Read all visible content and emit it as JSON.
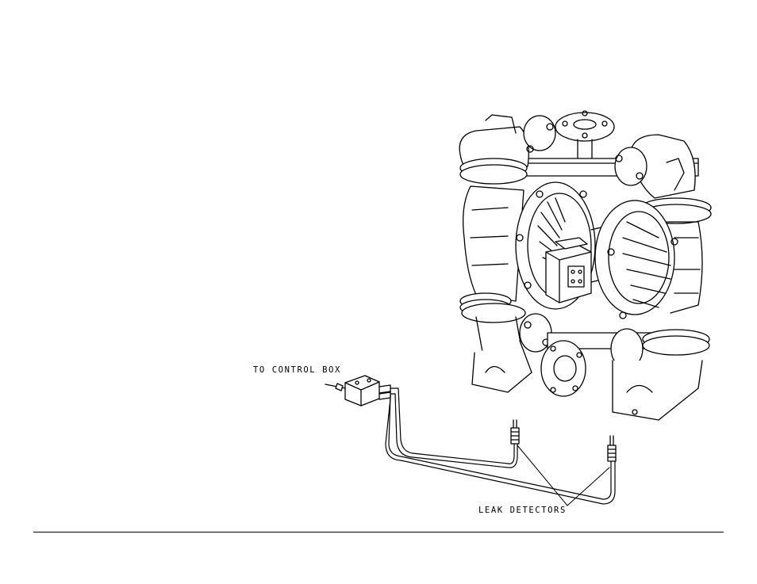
{
  "diagram": {
    "labels": {
      "to_control_box": "TO CONTROL BOX",
      "leak_detectors": "LEAK DETECTORS"
    },
    "colors": {
      "ink": "#000000",
      "paper": "#ffffff",
      "shade": "#d9d9d9"
    },
    "parts": [
      "air-operated-double-diaphragm-pump",
      "junction-box",
      "signal-cable",
      "leak-detector-probe-left",
      "leak-detector-probe-right"
    ]
  }
}
